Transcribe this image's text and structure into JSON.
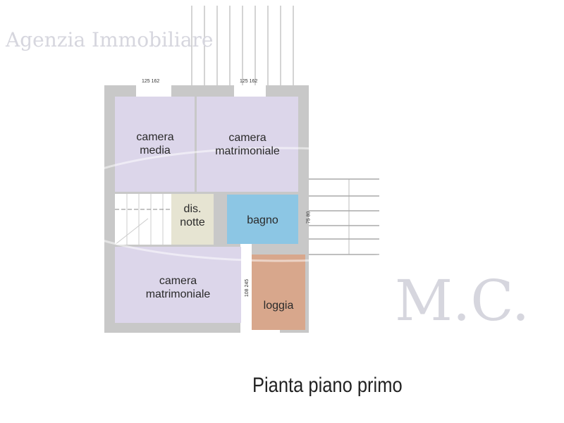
{
  "title": "Pianta piano primo",
  "rooms": {
    "camera_media": {
      "line1": "camera",
      "line2": "media"
    },
    "camera_matrimoniale_top": {
      "line1": "camera",
      "line2": "matrimoniale"
    },
    "dis_notte": {
      "line1": "dis.",
      "line2": "notte"
    },
    "bagno": {
      "line1": "bagno"
    },
    "camera_matrimoniale_bottom": {
      "line1": "camera",
      "line2": "matrimoniale"
    },
    "loggia": {
      "line1": "loggia"
    }
  },
  "dimensions": {
    "window_left": "125 162",
    "window_right": "125 162",
    "bagno_window": "75 80",
    "loggia_door": "108 245"
  },
  "watermark": {
    "line1": "Agenzia Immobiliare",
    "line2": "M.C."
  },
  "colors": {
    "wall": "#c8c8c8",
    "bedroom": "#dcd6ea",
    "dis": "#e6e4d2",
    "bagno": "#8cc6e4",
    "loggia": "#d8a78c"
  }
}
